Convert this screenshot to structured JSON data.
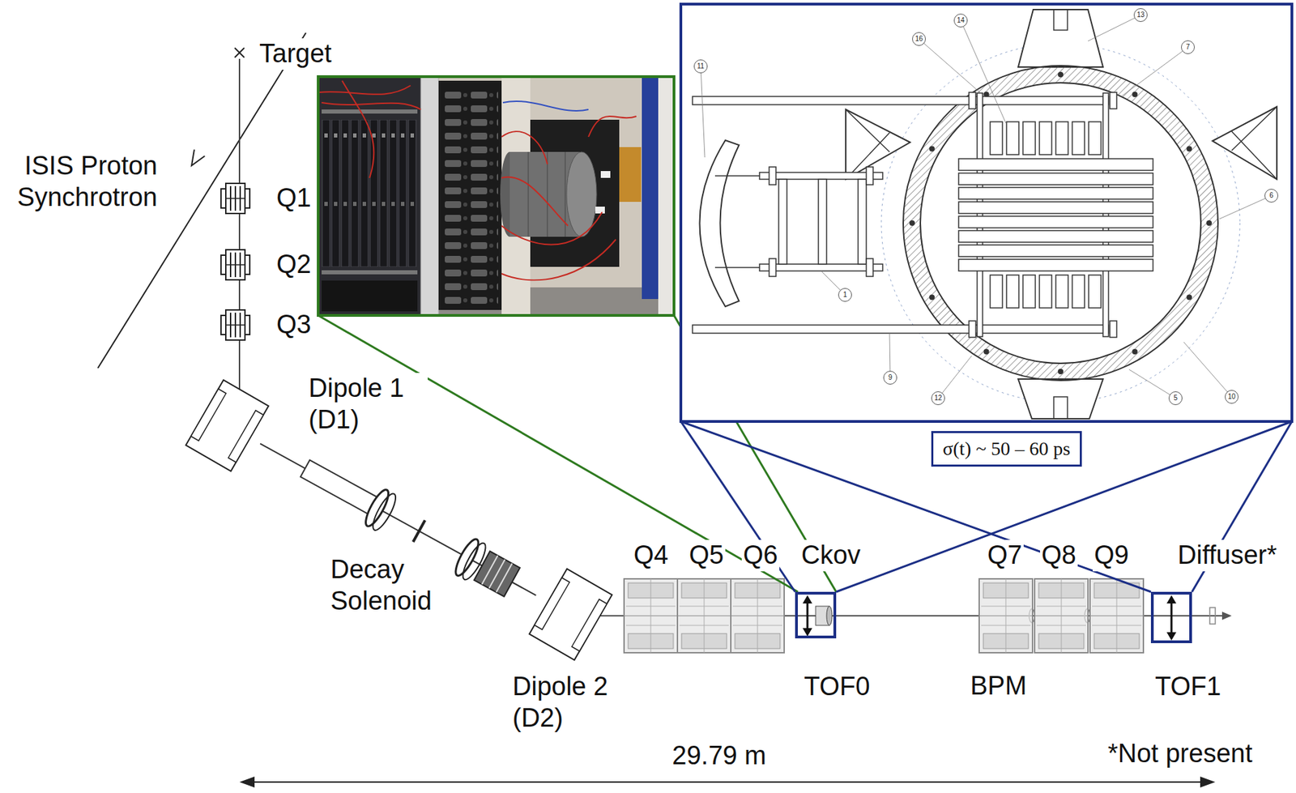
{
  "diagram": {
    "nodes": [
      {
        "text": [
          "13"
        ]
      },
      {
        "text": [
          "14"
        ]
      },
      {
        "text": [
          "16"
        ]
      },
      {
        "text": [
          "7"
        ]
      },
      {
        "text": [
          "11"
        ]
      },
      {
        "text": [
          "6"
        ]
      },
      {
        "text": [
          "1"
        ]
      },
      {
        "text": [
          "9"
        ]
      },
      {
        "text": [
          "10"
        ]
      },
      {
        "text": [
          "12"
        ]
      },
      {
        "text": [
          "5"
        ]
      },
      {
        "text": [
          "σ(t) ~ 50 – 60 ps"
        ]
      },
      {
        "text": [
          "TOF0"
        ]
      },
      {
        "text": [
          "TOF1"
        ]
      }
    ],
    "labels": [
      "Target",
      "ISIS Proton Synchrotron",
      "Q1",
      "Q2",
      "Q3",
      "Dipole 1 (D1)",
      "Decay Solenoid",
      "Dipole 2 (D2)",
      "Q4",
      "Q5",
      "Q6",
      "Ckov",
      "Q7",
      "Q8",
      "Q9",
      "Diffuser*",
      "BPM",
      "29.79 m",
      "*Not present"
    ]
  }
}
